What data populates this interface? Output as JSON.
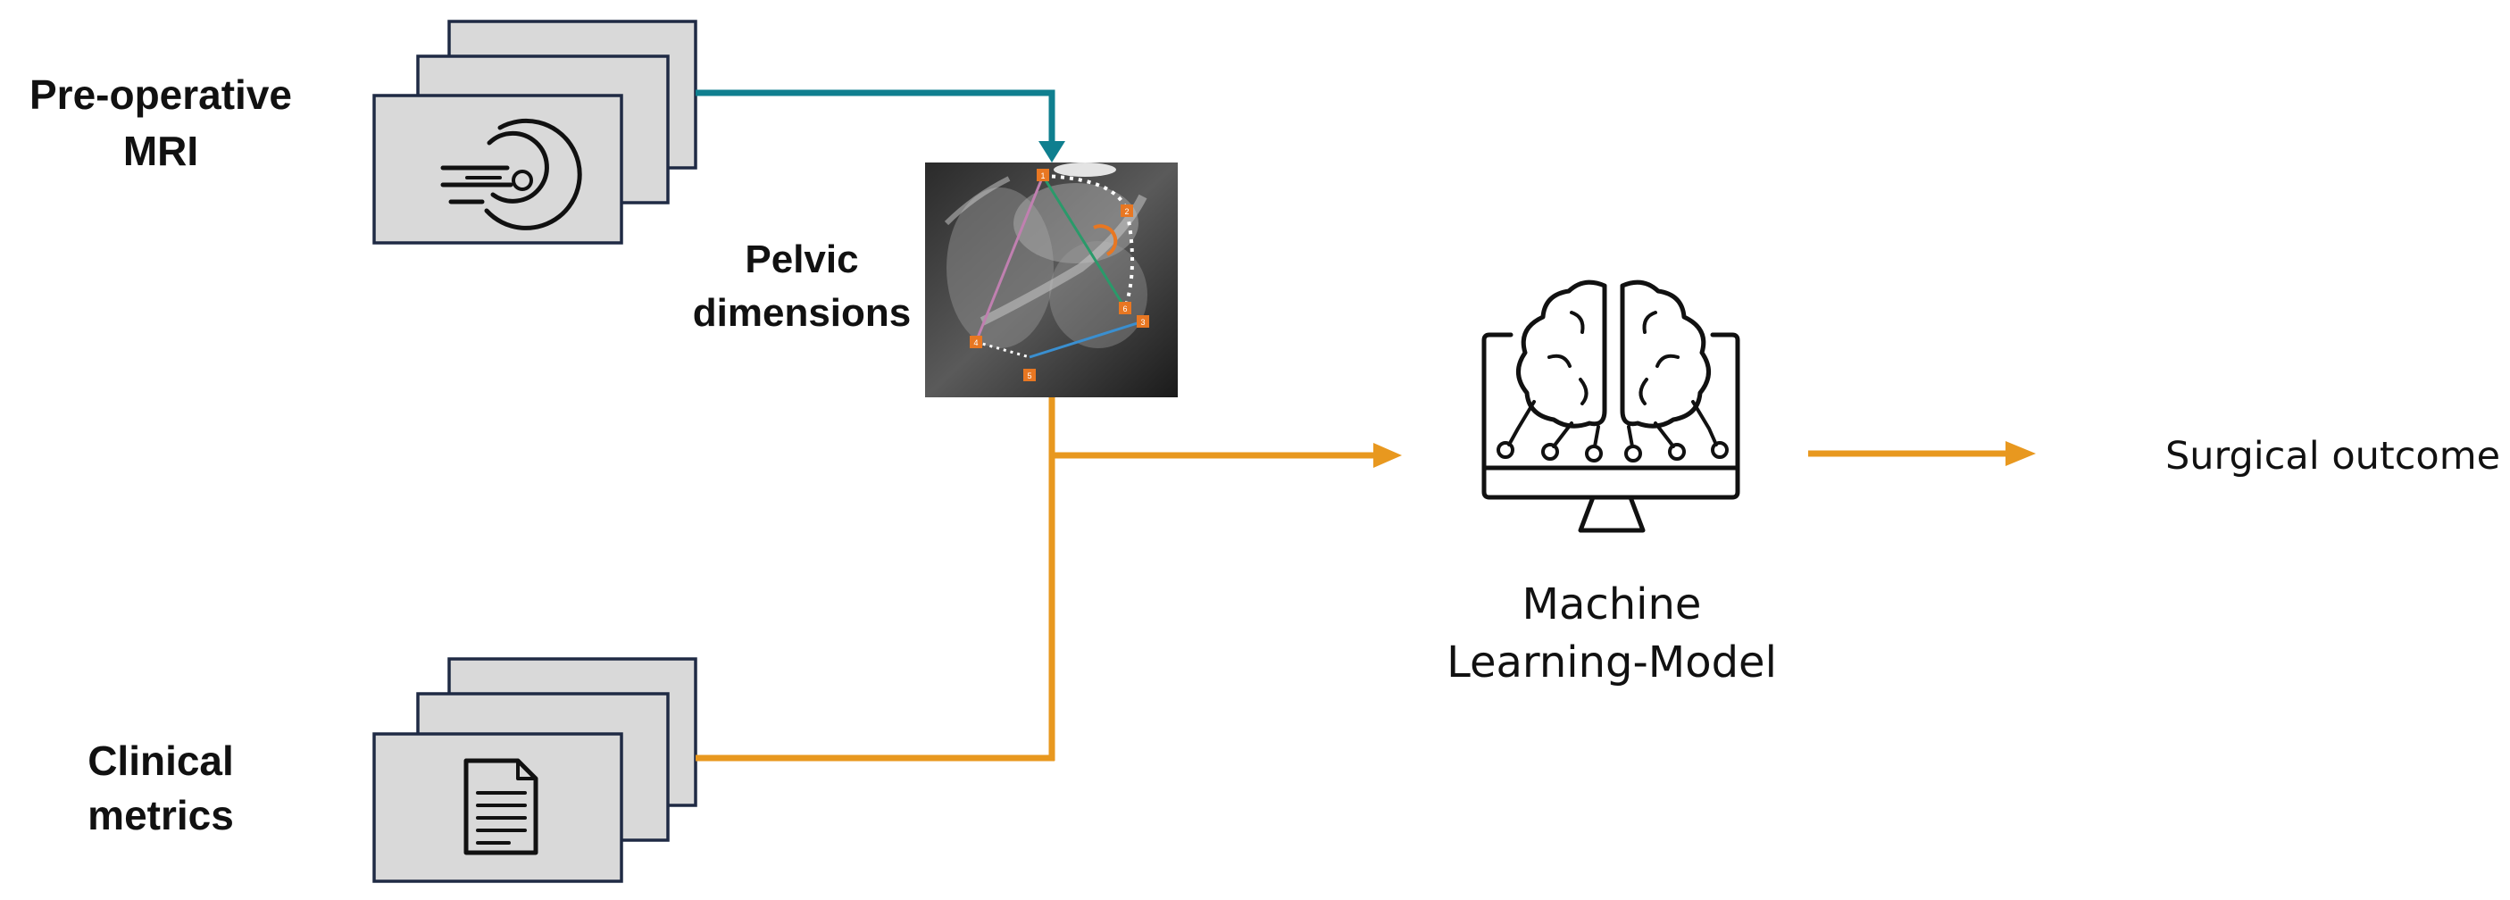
{
  "labels": {
    "mri_line1": "Pre-operative",
    "mri_line2": "MRI",
    "pelvic_line1": "Pelvic",
    "pelvic_line2": "dimensions",
    "clinical_line1": "Clinical",
    "clinical_line2": "metrics",
    "ml_line1": "Machine",
    "ml_line2": "Learning-Model",
    "outcome": "Surgical outcome"
  },
  "mri_markers": [
    "1",
    "2",
    "3",
    "4",
    "5",
    "6"
  ],
  "colors": {
    "teal_arrow": "#0f7f8f",
    "orange_arrow": "#e8981f",
    "card_fill": "#d9d9d9",
    "card_border": "#1f2a44",
    "marker": "#e87722"
  },
  "icons": {
    "mri": "mri-scanner-icon",
    "clinical": "document-icon",
    "ml": "brain-monitor-icon"
  }
}
